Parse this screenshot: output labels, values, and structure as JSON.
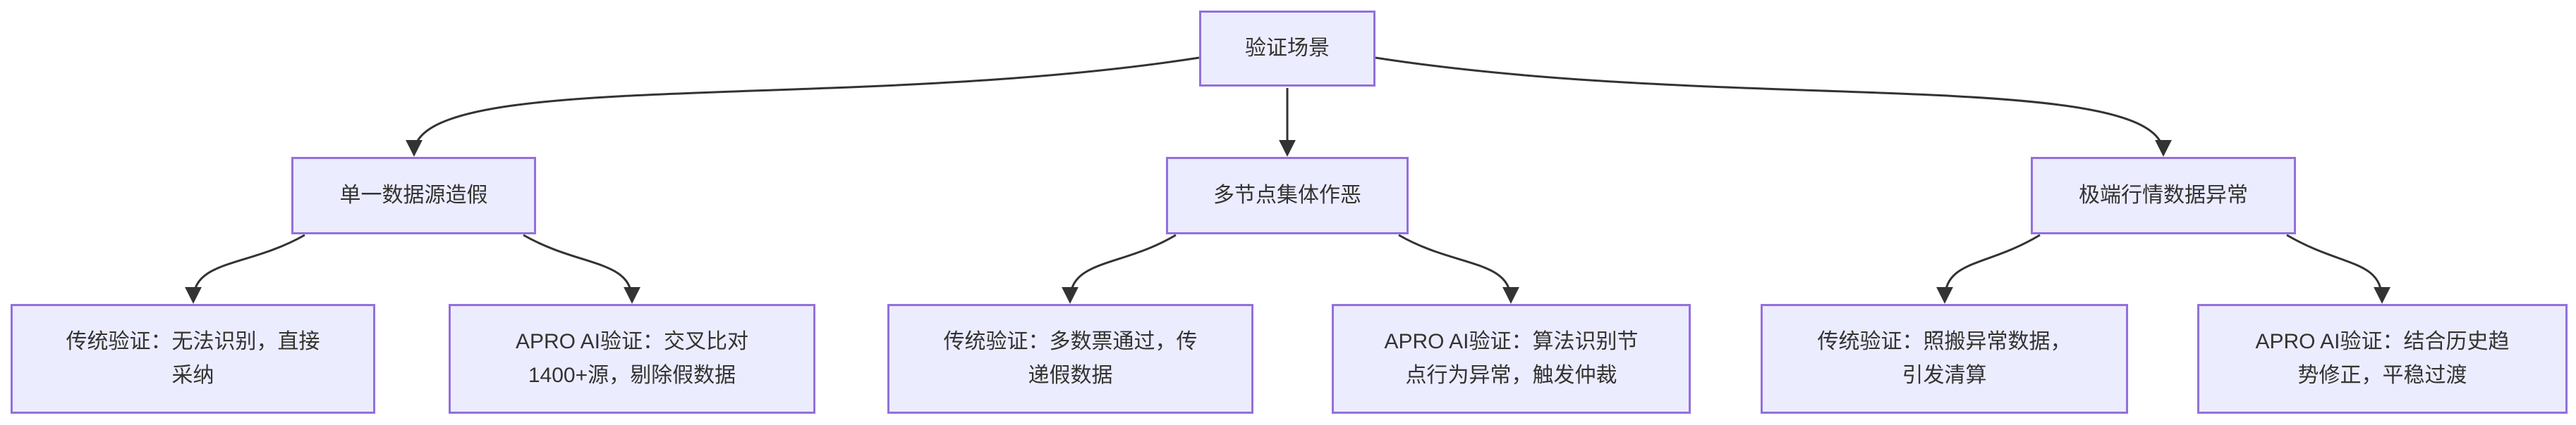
{
  "diagram": {
    "type": "flowchart-top-down",
    "colors": {
      "node_fill": "#ECECFF",
      "node_border": "#9370DB",
      "edge_line": "#333333",
      "text": "#333333",
      "background": "#FFFFFF"
    },
    "nodes": {
      "root": {
        "label": "验证场景"
      },
      "m1": {
        "label": "单一数据源造假"
      },
      "m2": {
        "label": "多节点集体作恶"
      },
      "m3": {
        "label": "极端行情数据异常"
      },
      "b1": {
        "label": "传统验证：无法识别，直接采纳",
        "lines": [
          "传统验证：无法识别，直接",
          "采纳"
        ]
      },
      "b2": {
        "label": "APRO AI验证：交叉比对1400+源，剔除假数据",
        "lines": [
          "APRO AI验证：交叉比对",
          "1400+源，剔除假数据"
        ]
      },
      "b3": {
        "label": "传统验证：多数票通过，传递假数据",
        "lines": [
          "传统验证：多数票通过，传",
          "递假数据"
        ]
      },
      "b4": {
        "label": "APRO AI验证：算法识别节点行为异常，触发仲裁",
        "lines": [
          "APRO AI验证：算法识别节",
          "点行为异常，触发仲裁"
        ]
      },
      "b5": {
        "label": "传统验证：照搬异常数据，引发清算",
        "lines": [
          "传统验证：照搬异常数据，",
          "引发清算"
        ]
      },
      "b6": {
        "label": "APRO AI验证：结合历史趋势修正，平稳过渡",
        "lines": [
          "APRO AI验证：结合历史趋",
          "势修正，平稳过渡"
        ]
      }
    },
    "edges": [
      {
        "from": "root",
        "to": "m1"
      },
      {
        "from": "root",
        "to": "m2"
      },
      {
        "from": "root",
        "to": "m3"
      },
      {
        "from": "m1",
        "to": "b1"
      },
      {
        "from": "m1",
        "to": "b2"
      },
      {
        "from": "m2",
        "to": "b3"
      },
      {
        "from": "m2",
        "to": "b4"
      },
      {
        "from": "m3",
        "to": "b5"
      },
      {
        "from": "m3",
        "to": "b6"
      }
    ]
  }
}
